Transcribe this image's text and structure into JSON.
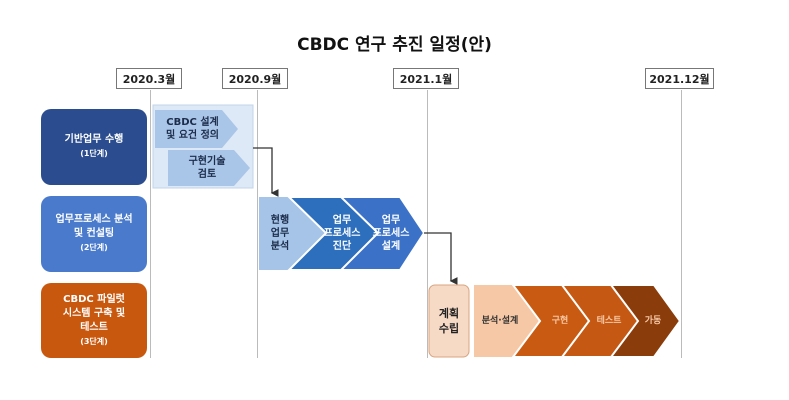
{
  "title": "CBDC 연구 추진 일정(안)",
  "timeline": [
    "2020.3월",
    "2020.9월",
    "2021.1월",
    "2021.12월"
  ],
  "stages": [
    {
      "lines": [
        "기반업무 수행"
      ],
      "sub": "(1단계)",
      "color": "#2b4c8e"
    },
    {
      "lines": [
        "업무프로세스 분석",
        "및 컨설팅"
      ],
      "sub": "(2단계)",
      "color": "#4a7acb"
    },
    {
      "lines": [
        "CBDC 파일럿",
        "시스템 구축 및",
        "테스트"
      ],
      "sub": "(3단계)",
      "color": "#c9580f"
    }
  ],
  "phase1": [
    {
      "lines": [
        "CBDC 설계",
        "및 요건 정의"
      ]
    },
    {
      "lines": [
        "구현기술",
        "검토"
      ]
    }
  ],
  "phase2": [
    {
      "lines": [
        "현행",
        "업무",
        "분석"
      ]
    },
    {
      "lines": [
        "업무",
        "프로세스",
        "진단"
      ]
    },
    {
      "lines": [
        "업무",
        "프로세스",
        "설계"
      ]
    }
  ],
  "phase3": {
    "plan": [
      "계획",
      "수립"
    ],
    "steps": [
      "분석·설계",
      "구현",
      "테스트",
      "가동"
    ]
  }
}
